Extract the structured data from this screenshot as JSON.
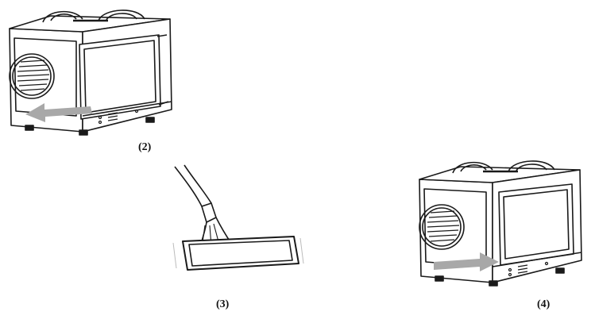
{
  "figures": [
    {
      "id": "2",
      "caption": "(2)",
      "arrow_direction": "left"
    },
    {
      "id": "3",
      "caption": "(3)"
    },
    {
      "id": "4",
      "caption": "(4)",
      "arrow_direction": "right"
    }
  ],
  "colors": {
    "line": "#1a1a1a",
    "arrow": "#a8a8a8",
    "background": "#ffffff"
  }
}
